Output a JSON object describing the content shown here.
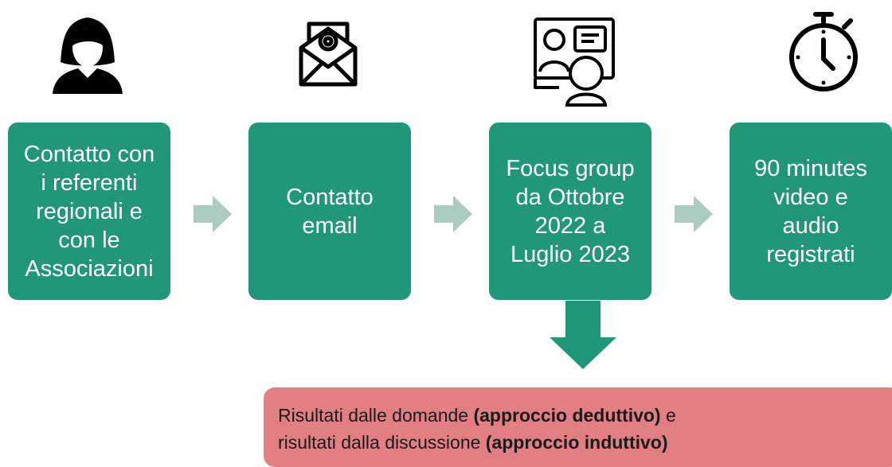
{
  "steps": [
    {
      "icon": "woman-user-icon",
      "label": "Contatto con\ni referenti\nregionali e\ncon le\nAssociazioni"
    },
    {
      "icon": "email-envelope-icon",
      "label": "Contatto\nemail"
    },
    {
      "icon": "video-call-icon",
      "label": "Focus group\nda Ottobre\n2022 a\nLuglio 2023"
    },
    {
      "icon": "stopwatch-icon",
      "label": "90 minutes\nvideo e\naudio\nregistrati"
    }
  ],
  "result": {
    "line1_plain": "Risultati dalle domande ",
    "line1_bold": "(approccio deduttivo)",
    "line1_tail": " e",
    "line2_plain": "risultati dalla discussione ",
    "line2_bold": "(approccio induttivo)"
  },
  "colors": {
    "step_fill": "#21977A",
    "arrow_fill": "#A9CCBE",
    "down_arrow_fill": "#21977A",
    "result_fill": "#E17F82"
  }
}
